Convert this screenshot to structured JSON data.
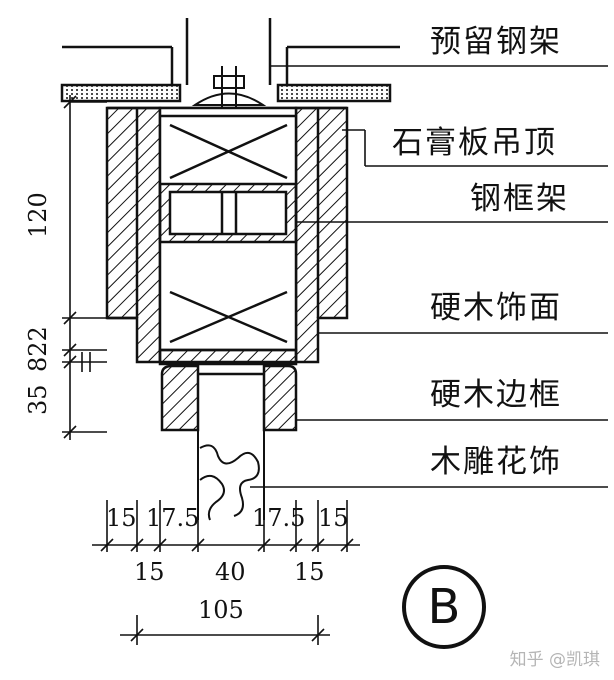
{
  "labels": {
    "preset_steel_frame": "预留钢架",
    "gypsum_ceiling": "石膏板吊顶",
    "steel_frame": "钢框架",
    "hardwood_facing": "硬木饰面",
    "hardwood_border": "硬木边框",
    "wood_carving": "木雕花饰"
  },
  "dimensions": {
    "vertical": {
      "d120": "120",
      "d35": "35",
      "d822": "822"
    },
    "bottom_row": [
      "15",
      "17.5",
      "17.5",
      "15"
    ],
    "bottom_row2": {
      "left": "15",
      "mid": "40",
      "right": "15"
    },
    "total": "105"
  },
  "section_mark": "B",
  "watermark": "知乎 @凯琪"
}
